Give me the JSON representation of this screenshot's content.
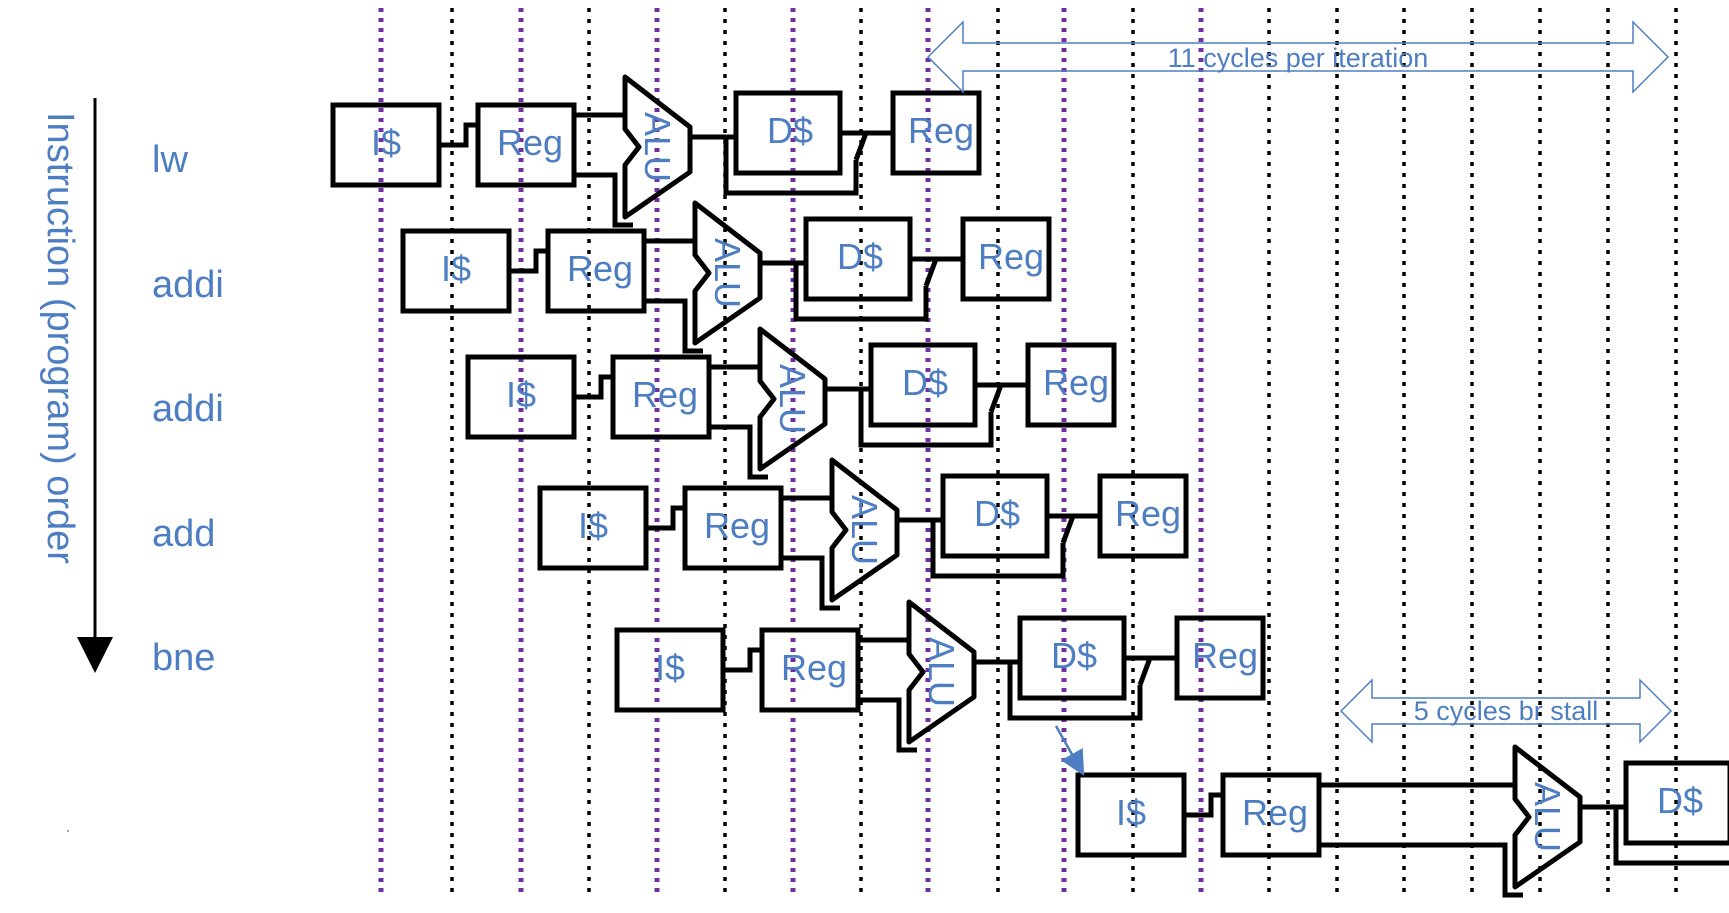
{
  "axis": {
    "label": "Instruction (program) order"
  },
  "instructions": [
    "lw",
    "addi",
    "addi",
    "add",
    "bne"
  ],
  "stages": {
    "fetch": "I$",
    "decode": "Reg",
    "execute": "ALU",
    "memory": "D$",
    "writeback": "Reg"
  },
  "annotations": {
    "iteration": "11 cycles per iteration",
    "stall": "5 cycles br stall"
  },
  "colors": {
    "text": "#4e7ec2",
    "box": "#000000",
    "purple_line": "#7030a0",
    "black_line": "#000000"
  }
}
